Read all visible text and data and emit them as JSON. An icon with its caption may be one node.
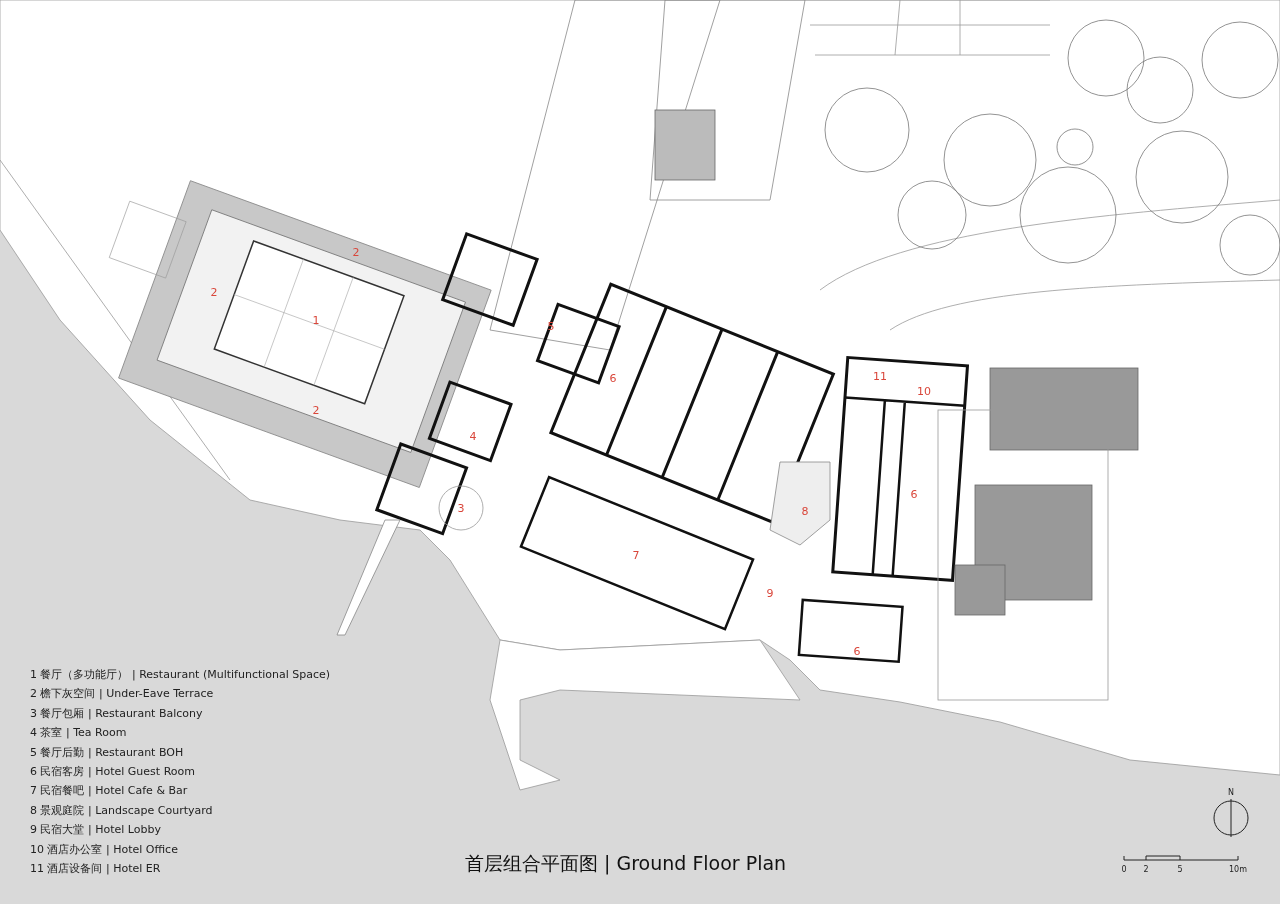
{
  "diagram": {
    "title": "首层组合平面图 | Ground Floor Plan",
    "labels": [
      "2",
      "2",
      "1",
      "5",
      "6",
      "11",
      "10",
      "2",
      "4",
      "6",
      "3",
      "8",
      "7",
      "9",
      "6",
      "1 餐厅（多功能厅） | Restaurant (Multifunctional Space)",
      "2 檐下灰空间 | Under-Eave Terrace",
      "3 餐厅包厢 | Restaurant Balcony",
      "4 茶室 | Tea Room",
      "5 餐厅后勤 | Restaurant BOH",
      "6 民宿客房 | Hotel Guest Room",
      "7 民宿餐吧 | Hotel Cafe & Bar",
      "8 景观庭院 | Landscape Courtyard",
      "9 民宿大堂 | Hotel Lobby",
      "10 酒店办公室 | Hotel Office",
      "11 酒店设备间 | Hotel ER",
      "0",
      "2",
      "5",
      "10m",
      "N"
    ]
  }
}
